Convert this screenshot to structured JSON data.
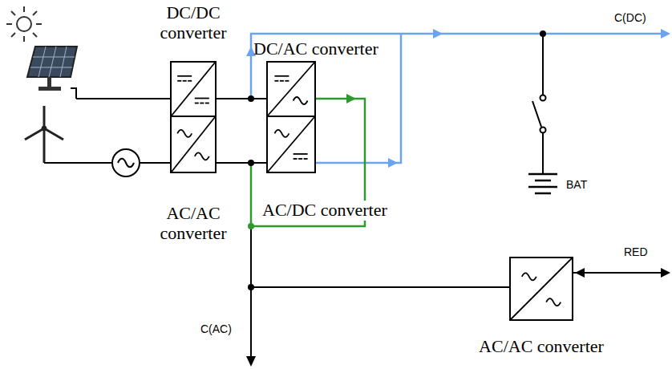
{
  "diagram": {
    "nodes": [
      {
        "text": [
          "DC/DC converter"
        ]
      },
      {
        "text": [
          "DC/AC converter"
        ]
      },
      {
        "text": [
          "AC/AC converter"
        ]
      },
      {
        "text": [
          "AC/DC converter"
        ]
      },
      {
        "text": [
          "AC/AC converter"
        ]
      }
    ],
    "edges": [
      {
        "from": 0,
        "to": 1,
        "arrow": "none"
      },
      {
        "from": 2,
        "to": 3,
        "arrow": "none"
      },
      {
        "from": 2,
        "to": 4,
        "arrow": "none"
      }
    ],
    "labels": [
      "C(DC)",
      "BAT",
      "RED",
      "C(AC)"
    ]
  }
}
